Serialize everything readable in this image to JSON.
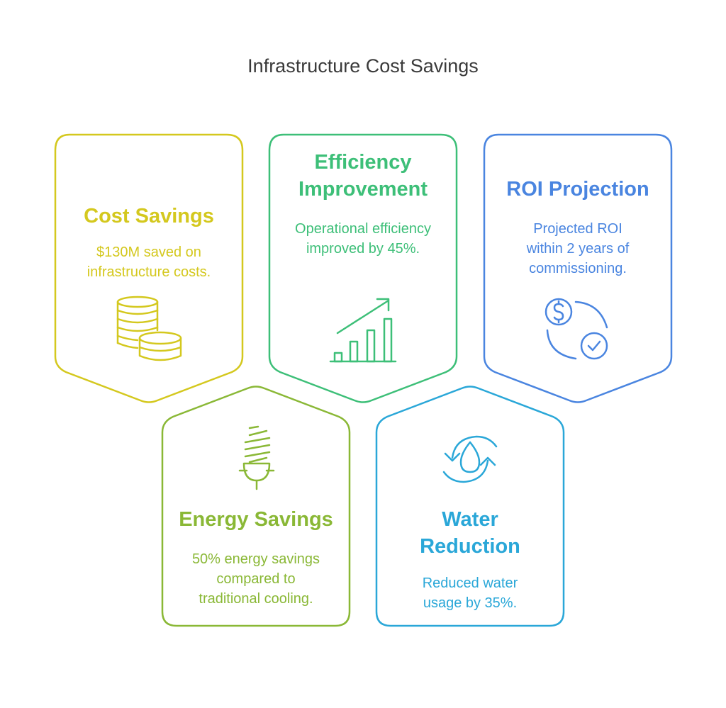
{
  "title": "Infrastructure Cost Savings",
  "cards": {
    "cost_savings": {
      "heading": "Cost Savings",
      "description": "$130M saved on infrastructure costs.",
      "icon": "coins-stack-icon",
      "color": "#d4c81e"
    },
    "efficiency": {
      "heading_line1": "Efficiency",
      "heading_line2": "Improvement",
      "description": "Operational efficiency improved by 45%.",
      "icon": "growth-chart-icon",
      "color": "#3dbf78"
    },
    "roi": {
      "heading": "ROI Projection",
      "description": "Projected ROI within 2 years of commissioning.",
      "icon": "dollar-cycle-check-icon",
      "color": "#4a85e0"
    },
    "energy": {
      "heading": "Energy Savings",
      "description": "50% energy savings compared to traditional cooling.",
      "icon": "energy-bulb-icon",
      "color": "#8ab836"
    },
    "water": {
      "heading_line1": "Water",
      "heading_line2": "Reduction",
      "description": "Reduced water usage by 35%.",
      "icon": "water-cycle-icon",
      "color": "#2aa7d8"
    }
  }
}
